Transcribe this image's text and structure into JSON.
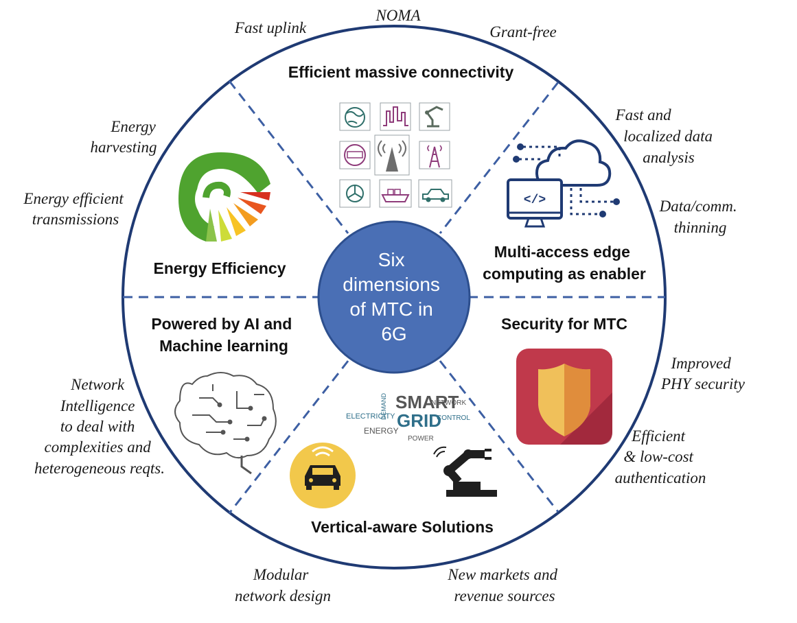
{
  "center": {
    "lines": [
      "Six",
      "dimensions",
      "of MTC in",
      "6G"
    ]
  },
  "sectors": {
    "connectivity": {
      "title": "Efficient massive connectivity",
      "annotations": [
        "Fast uplink",
        "NOMA",
        "Grant-free"
      ]
    },
    "edge": {
      "title": [
        "Multi-access edge",
        "computing as enabler"
      ],
      "annotations": [
        [
          "Fast and",
          "localized data",
          "analysis"
        ],
        [
          "Data/comm.",
          "thinning"
        ]
      ]
    },
    "security": {
      "title": "Security for MTC",
      "annotations": [
        [
          "Improved",
          "PHY security"
        ],
        [
          "Efficient",
          "& low-cost",
          "authentication"
        ]
      ]
    },
    "vertical": {
      "title": "Vertical-aware Solutions",
      "annotations": [
        [
          "Modular",
          "network design"
        ],
        [
          "New markets and",
          "revenue sources"
        ]
      ],
      "wordcloud": [
        "SMART",
        "GRID",
        "ELECTRICITY",
        "ENERGY",
        "NETWORK",
        "CONTROL",
        "DEMAND",
        "POWER"
      ]
    },
    "ai": {
      "title": [
        "Powered by AI and",
        "Machine learning"
      ],
      "annotations": [
        [
          "Network",
          "Intelligence",
          "to deal with",
          "complexities and",
          "heterogeneous reqts."
        ]
      ]
    },
    "energy": {
      "title": "Energy Efficiency",
      "annotations": [
        [
          "Energy",
          "harvesting"
        ],
        [
          "Energy efficient",
          "transmissions"
        ]
      ]
    }
  },
  "colors": {
    "center_fill": "#4a6fb5",
    "ring_stroke": "#1f3a73",
    "divider": "#3d5fa3",
    "shield_bg": "#c0394b",
    "car_badge": "#f2c84b",
    "edge_icon": "#1f3a73"
  },
  "icons": {
    "connectivity": [
      "globe-icon",
      "signal-waveform-icon",
      "robot-arm-icon",
      "meter-icon",
      "cell-tower-icon",
      "antenna-tower-icon",
      "wind-turbine-icon",
      "cargo-ship-icon",
      "car-icon"
    ],
    "edge": "cloud-computing-icon",
    "security": "shield-icon",
    "energy": "energy-gauge-icon",
    "ai": "circuit-brain-icon",
    "vertical": [
      "smart-grid-wordcloud",
      "connected-car-icon",
      "industrial-robot-icon"
    ]
  }
}
